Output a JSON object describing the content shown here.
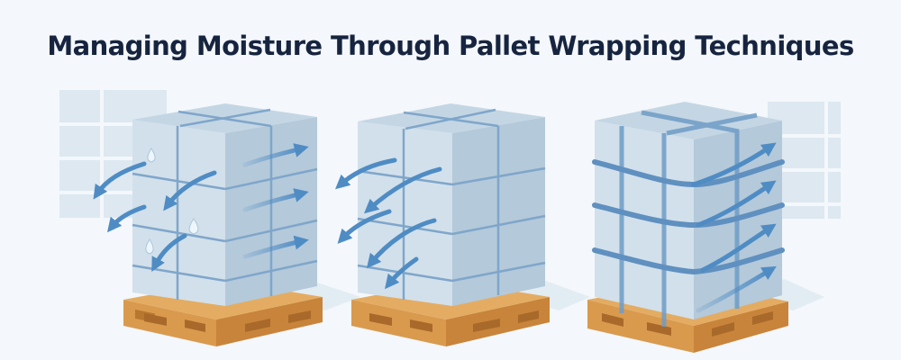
{
  "header": {
    "title": "Managing Moisture Through Pallet Wrapping Techniques"
  },
  "illustration": {
    "pallets": [
      {
        "label": "Unwrapped pallet with moisture droplets and airflow arrows",
        "airflow": "bidirectional",
        "features": [
          "water-droplets",
          "arrows-in",
          "arrows-out"
        ]
      },
      {
        "label": "Partially wrapped pallet with inward airflow arrows",
        "airflow": "inward",
        "features": [
          "arrows-in"
        ]
      },
      {
        "label": "Strapped wrapped pallet with outward venting arrows",
        "airflow": "outward",
        "features": [
          "straps",
          "arrows-out"
        ]
      }
    ]
  },
  "colors": {
    "background": "#f4f7fb",
    "title": "#16243f",
    "box_front": "#d2e0eb",
    "box_side": "#b4c9da",
    "box_top": "#c4d6e4",
    "strap": "#6f9cc6",
    "arrow": "#4f8cc4",
    "pallet": "#d99a4e",
    "pallet_dark": "#b8772e",
    "window": "#dde8f1"
  }
}
